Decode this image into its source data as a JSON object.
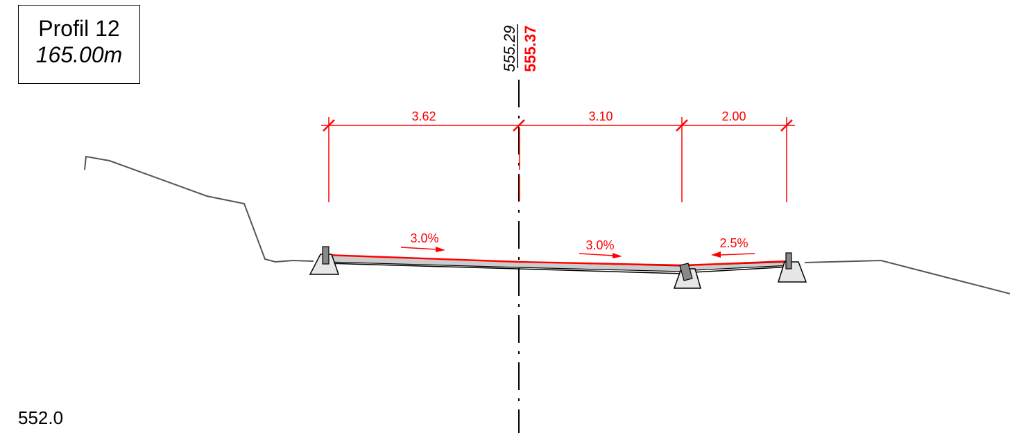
{
  "profile": {
    "name": "Profil 12",
    "station": "165.00m"
  },
  "axis": {
    "existing_elevation": "555.29",
    "design_elevation": "555.37"
  },
  "dimensions": [
    {
      "label": "3.62",
      "value": 3.62
    },
    {
      "label": "3.10",
      "value": 3.1
    },
    {
      "label": "2.00",
      "value": 2.0
    }
  ],
  "slopes": [
    {
      "label": "3.0%",
      "direction": "right"
    },
    {
      "label": "3.0%",
      "direction": "right"
    },
    {
      "label": "2.5%",
      "direction": "left"
    }
  ],
  "datum_level": "552.0",
  "colors": {
    "design": "#ff0000",
    "terrain": "#555555",
    "structure": "#000000",
    "fill": "#cccccc",
    "curb_fill": "#e6e6e6",
    "curb_stone": "#888888"
  }
}
